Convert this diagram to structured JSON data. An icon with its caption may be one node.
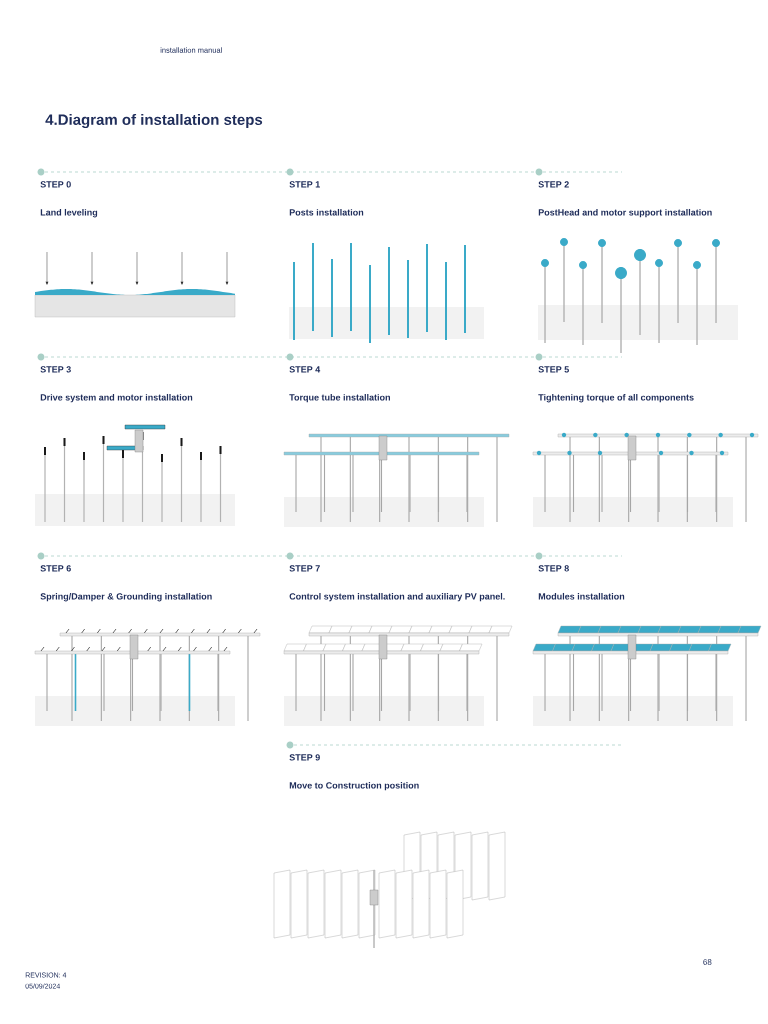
{
  "diagram": {
    "title": "4.Diagram of installation steps",
    "nodes": [
      {
        "text": [
          "STEP 0",
          "Land leveling"
        ]
      },
      {
        "text": [
          "STEP 1",
          "Posts installation"
        ]
      },
      {
        "text": [
          "STEP 2",
          "PostHead and motor support installation"
        ]
      },
      {
        "text": [
          "STEP 3",
          "Drive system and motor installation"
        ]
      },
      {
        "text": [
          "STEP 4",
          "Torque tube installation"
        ]
      },
      {
        "text": [
          "STEP 5",
          "Tightening torque of all components"
        ]
      },
      {
        "text": [
          "STEP 6",
          "Spring/Damper & Grounding installation"
        ]
      },
      {
        "text": [
          "STEP 7",
          "Control system installation and auxiliary PV panel."
        ]
      },
      {
        "text": [
          "STEP 8",
          "Modules installation"
        ]
      },
      {
        "text": [
          "STEP 9",
          "Move to Construction position"
        ]
      }
    ],
    "labels": [
      "installation manual",
      "REVISION: 4",
      "05/09/2024",
      "68"
    ]
  }
}
